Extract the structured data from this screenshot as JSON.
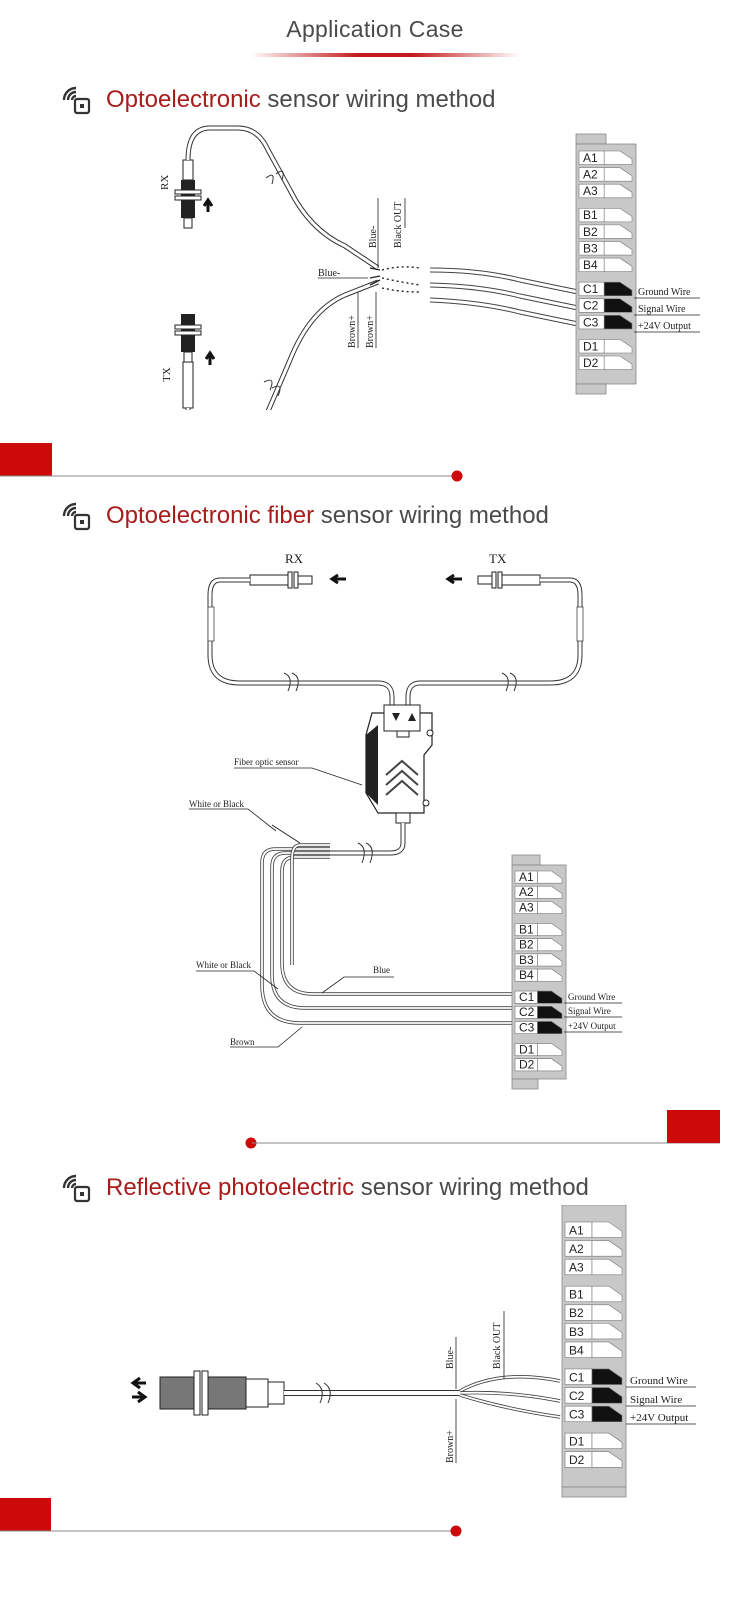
{
  "header": {
    "title": "Application Case"
  },
  "terminal_labels": [
    "A1",
    "A2",
    "A3",
    "B1",
    "B2",
    "B3",
    "B4",
    "C1",
    "C2",
    "C3",
    "D1",
    "D2"
  ],
  "terminal_wires": {
    "c1": "Ground Wire",
    "c2": "Signal Wire",
    "c3": "+24V Output"
  },
  "section1": {
    "heading_accent": "Optoelectronic",
    "heading_rest": "sensor wiring method",
    "rx": "RX",
    "tx": "TX",
    "wire_blue_top": "Blue-",
    "wire_black_out": "Black OUT",
    "wire_blue_left": "Blue-",
    "wire_brown_1": "Brown+",
    "wire_brown_2": "Brown+"
  },
  "section2": {
    "heading_accent": "Optoelectronic fiber",
    "heading_rest": "sensor wiring method",
    "rx": "RX",
    "tx": "TX",
    "fiber_optic_sensor": "Fiber optic sensor",
    "white_or_black_1": "White or Black",
    "white_or_black_2": "White or Black",
    "blue": "Blue",
    "brown": "Brown"
  },
  "section3": {
    "heading_accent": "Reflective photoelectric",
    "heading_rest": "sensor wiring method",
    "wire_blue": "Blue-",
    "wire_black_out": "Black OUT",
    "wire_brown": "Brown+"
  },
  "colors": {
    "accent": "#a81c1c",
    "red_block": "#cc0a0a",
    "terminal_gray": "#c8c8c8"
  },
  "icons": {
    "section": "sensor-wifi-icon",
    "arrow": "arrow-icon"
  }
}
